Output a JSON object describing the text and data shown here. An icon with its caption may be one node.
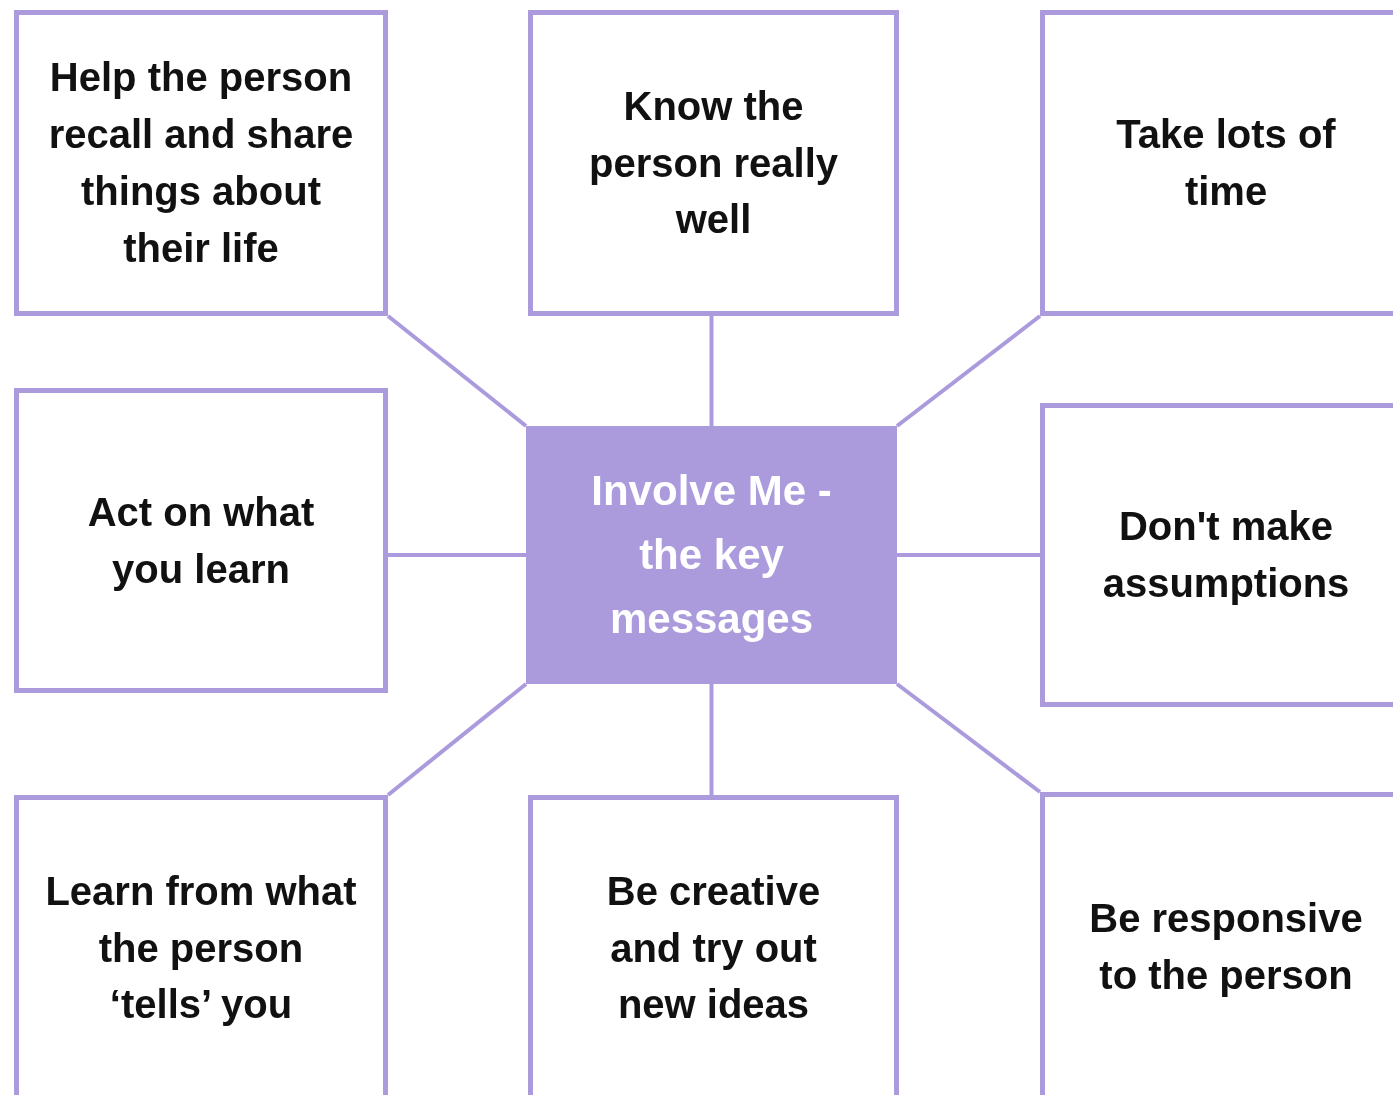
{
  "diagram": {
    "nodes": [
      {
        "text": [
          "Help the person recall and share things about their life"
        ]
      },
      {
        "text": [
          "Know the person really well"
        ]
      },
      {
        "text": [
          "Take lots of time"
        ]
      },
      {
        "text": [
          "Act on what you learn"
        ]
      },
      {
        "text": [
          "Involve Me - the key messages"
        ]
      },
      {
        "text": [
          "Don't make assumptions"
        ]
      },
      {
        "text": [
          "Learn from what the person ‘tells’ you"
        ]
      },
      {
        "text": [
          "Be creative and try out new ideas"
        ]
      },
      {
        "text": [
          "Be responsive to the person"
        ]
      }
    ],
    "edges": [
      {
        "from": 4,
        "to": 0,
        "arrow": "none"
      },
      {
        "from": 4,
        "to": 1,
        "arrow": "none"
      },
      {
        "from": 4,
        "to": 2,
        "arrow": "none"
      },
      {
        "from": 4,
        "to": 3,
        "arrow": "none"
      },
      {
        "from": 4,
        "to": 5,
        "arrow": "none"
      },
      {
        "from": 4,
        "to": 6,
        "arrow": "none"
      },
      {
        "from": 4,
        "to": 7,
        "arrow": "none"
      },
      {
        "from": 4,
        "to": 8,
        "arrow": "none"
      }
    ]
  }
}
